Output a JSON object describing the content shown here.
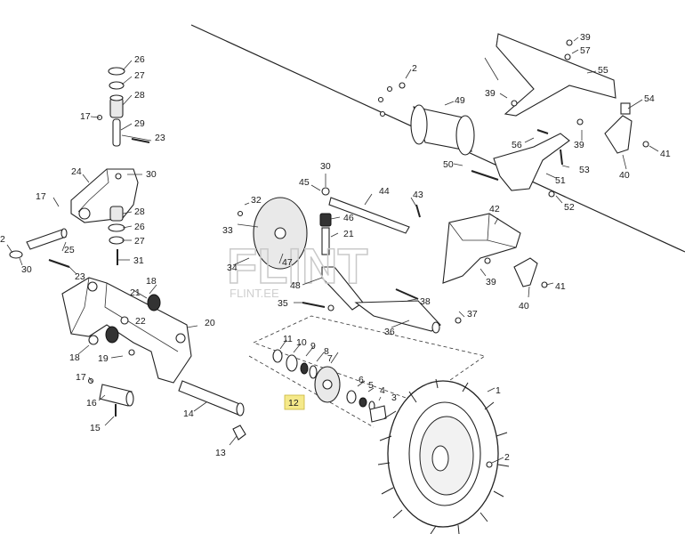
{
  "watermark": {
    "main": "FLINT",
    "sub": "FLINT.EE"
  },
  "callouts": [
    {
      "id": "c1",
      "text": "1"
    },
    {
      "id": "c2a",
      "text": "2"
    },
    {
      "id": "c2b",
      "text": "2"
    },
    {
      "id": "c2c",
      "text": "2"
    },
    {
      "id": "c3",
      "text": "3"
    },
    {
      "id": "c4",
      "text": "4"
    },
    {
      "id": "c5",
      "text": "5"
    },
    {
      "id": "c6",
      "text": "6"
    },
    {
      "id": "c7",
      "text": "7"
    },
    {
      "id": "c8",
      "text": "8"
    },
    {
      "id": "c9",
      "text": "9"
    },
    {
      "id": "c10",
      "text": "10"
    },
    {
      "id": "c11",
      "text": "11"
    },
    {
      "id": "c12",
      "text": "12"
    },
    {
      "id": "c13",
      "text": "13"
    },
    {
      "id": "c14",
      "text": "14"
    },
    {
      "id": "c15",
      "text": "15"
    },
    {
      "id": "c16",
      "text": "16"
    },
    {
      "id": "c17a",
      "text": "17"
    },
    {
      "id": "c17b",
      "text": "17"
    },
    {
      "id": "c17c",
      "text": "17"
    },
    {
      "id": "c18a",
      "text": "18"
    },
    {
      "id": "c18b",
      "text": "18"
    },
    {
      "id": "c19",
      "text": "19"
    },
    {
      "id": "c20",
      "text": "20"
    },
    {
      "id": "c21a",
      "text": "21"
    },
    {
      "id": "c21b",
      "text": "21"
    },
    {
      "id": "c22",
      "text": "22"
    },
    {
      "id": "c23a",
      "text": "23"
    },
    {
      "id": "c23b",
      "text": "23"
    },
    {
      "id": "c24",
      "text": "24"
    },
    {
      "id": "c25",
      "text": "25"
    },
    {
      "id": "c26a",
      "text": "26"
    },
    {
      "id": "c26b",
      "text": "26"
    },
    {
      "id": "c27a",
      "text": "27"
    },
    {
      "id": "c27b",
      "text": "27"
    },
    {
      "id": "c28a",
      "text": "28"
    },
    {
      "id": "c28b",
      "text": "28"
    },
    {
      "id": "c29",
      "text": "29"
    },
    {
      "id": "c30a",
      "text": "30"
    },
    {
      "id": "c30b",
      "text": "30"
    },
    {
      "id": "c30c",
      "text": "30"
    },
    {
      "id": "c31",
      "text": "31"
    },
    {
      "id": "c32",
      "text": "32"
    },
    {
      "id": "c33",
      "text": "33"
    },
    {
      "id": "c34",
      "text": "34"
    },
    {
      "id": "c35",
      "text": "35"
    },
    {
      "id": "c36",
      "text": "36"
    },
    {
      "id": "c37",
      "text": "37"
    },
    {
      "id": "c38",
      "text": "38"
    },
    {
      "id": "c39a",
      "text": "39"
    },
    {
      "id": "c39b",
      "text": "39"
    },
    {
      "id": "c39c",
      "text": "39"
    },
    {
      "id": "c39d",
      "text": "39"
    },
    {
      "id": "c40a",
      "text": "40"
    },
    {
      "id": "c40b",
      "text": "40"
    },
    {
      "id": "c41a",
      "text": "41"
    },
    {
      "id": "c41b",
      "text": "41"
    },
    {
      "id": "c42",
      "text": "42"
    },
    {
      "id": "c43",
      "text": "43"
    },
    {
      "id": "c44",
      "text": "44"
    },
    {
      "id": "c45",
      "text": "45"
    },
    {
      "id": "c46",
      "text": "46"
    },
    {
      "id": "c47",
      "text": "47"
    },
    {
      "id": "c48",
      "text": "48"
    },
    {
      "id": "c49",
      "text": "49"
    },
    {
      "id": "c50",
      "text": "50"
    },
    {
      "id": "c51",
      "text": "51"
    },
    {
      "id": "c52",
      "text": "52"
    },
    {
      "id": "c53",
      "text": "53"
    },
    {
      "id": "c54",
      "text": "54"
    },
    {
      "id": "c55",
      "text": "55"
    },
    {
      "id": "c56",
      "text": "56"
    },
    {
      "id": "c57",
      "text": "57"
    }
  ],
  "highlight": {
    "fill": "#f5e98a",
    "stroke": "#c9b53a"
  }
}
